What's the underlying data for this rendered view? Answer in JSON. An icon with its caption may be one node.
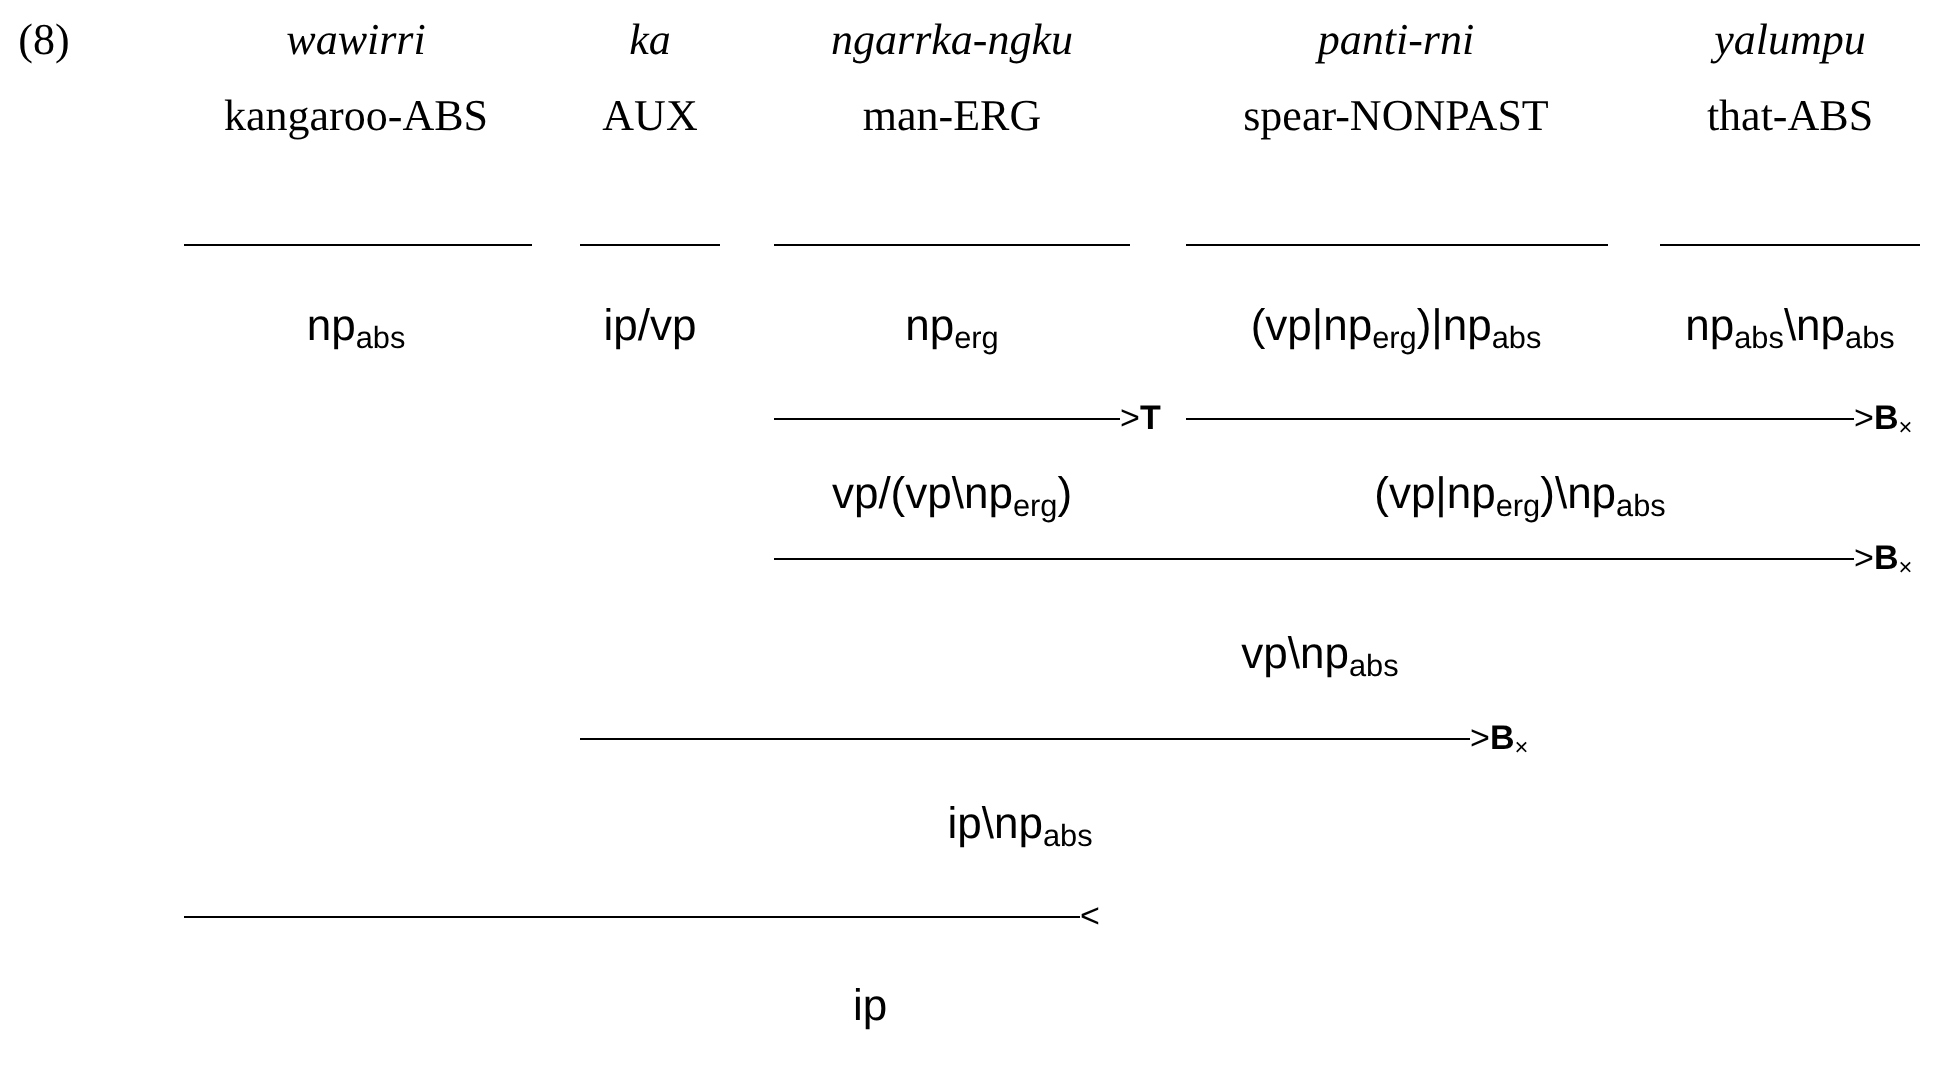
{
  "diagram": {
    "labels": [
      "(8)",
      "wawirri",
      "ka",
      "ngarrka-ngku",
      "panti-rni",
      "yalumpu",
      "kangaroo-ABS",
      "AUX",
      "man-ERG",
      "spear-NONPAST",
      "that-ABS",
      "np$_{abs}$",
      "ip/vp",
      "np$_{erg}$",
      "(vp|np$_{erg}$)|np$_{abs}$",
      "np$_{abs}$\\np$_{abs}$",
      ">**T**",
      ">**B**$_{×}$",
      "vp/(vp\\np$_{erg}$)",
      "(vp|np$_{erg}$)\\np$_{abs}$",
      ">**B**$_{×}$",
      "vp\\np$_{abs}$",
      ">**B**$_{×}$",
      "ip\\np$_{abs}$",
      "<",
      "ip"
    ]
  }
}
